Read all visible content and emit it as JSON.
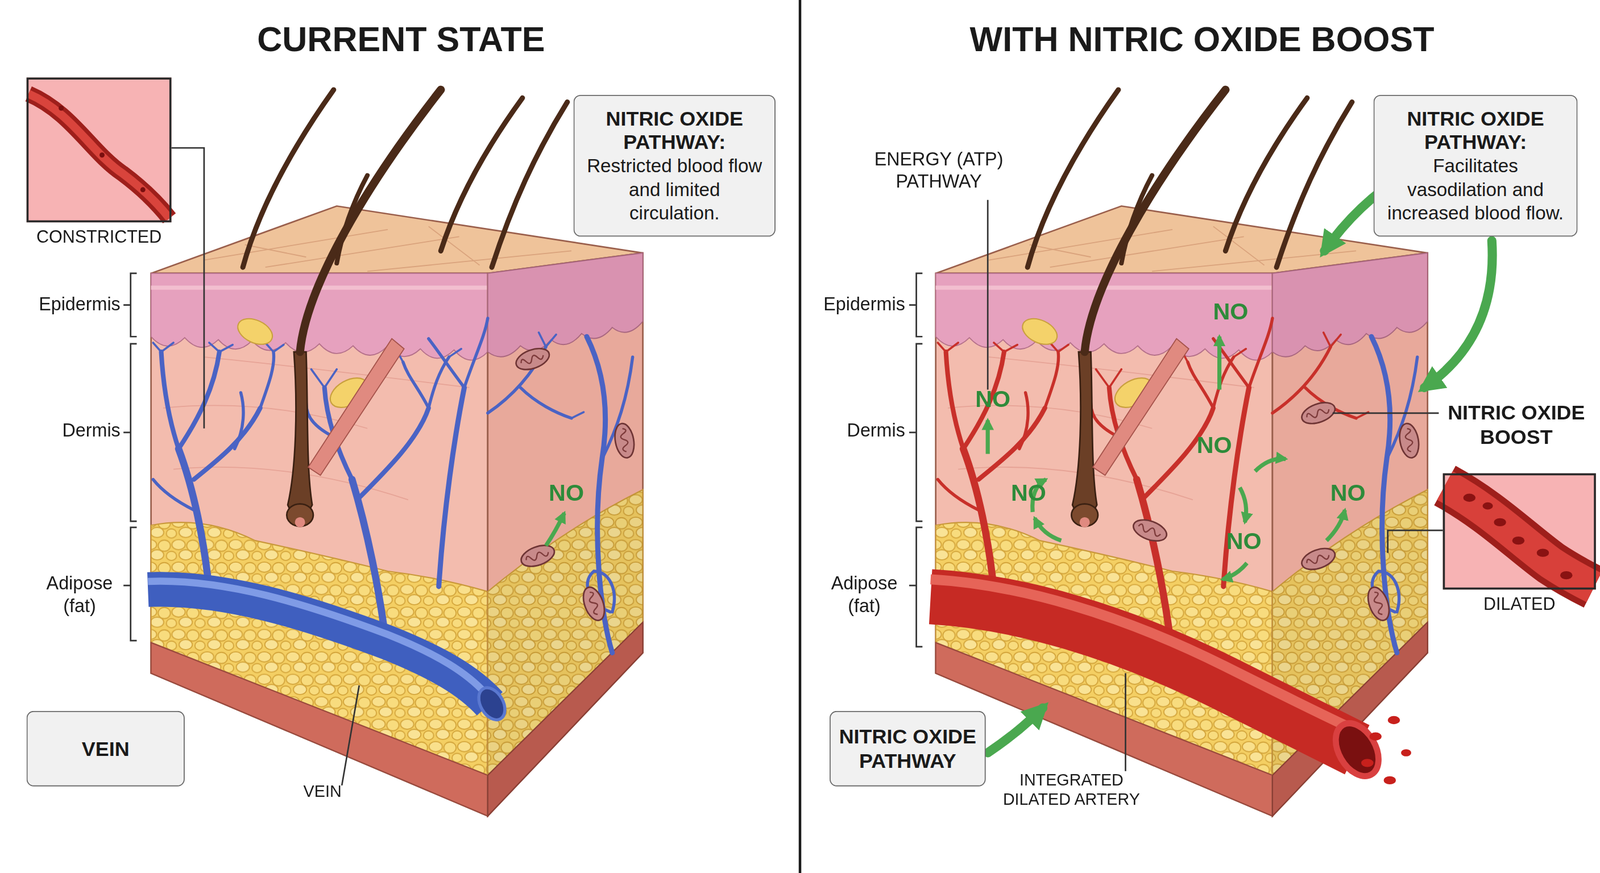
{
  "diagram": {
    "nodes": [
      {
        "text": [
          "CONSTRICTED"
        ]
      },
      {
        "text": [
          "NITRIC OXIDE PATHWAY:",
          "Restricted blood flow and limited circulation."
        ]
      },
      {
        "text": [
          "VEIN"
        ]
      },
      {
        "text": [
          "NITRIC OXIDE PATHWAY:",
          "Facilitates vasodilation and increased blood flow."
        ]
      },
      {
        "text": [
          "DILATED"
        ]
      },
      {
        "text": [
          "NITRIC OXIDE PATHWAY"
        ]
      }
    ],
    "labels": [
      "CURRENT STATE",
      "WITH NITRIC OXIDE BOOST",
      "Epidermis",
      "Dermis",
      "NO",
      "Adipose (fat)",
      "VEIN",
      "ENERGY (ATP) PATHWAY",
      "NO",
      "Epidermis",
      "NO",
      "NITRIC OXIDE BOOST",
      "Dermis",
      "NO",
      "NO",
      "NO",
      "NO",
      "Adipose (fat)",
      "INTEGRATED DILATED ARTERY"
    ]
  }
}
